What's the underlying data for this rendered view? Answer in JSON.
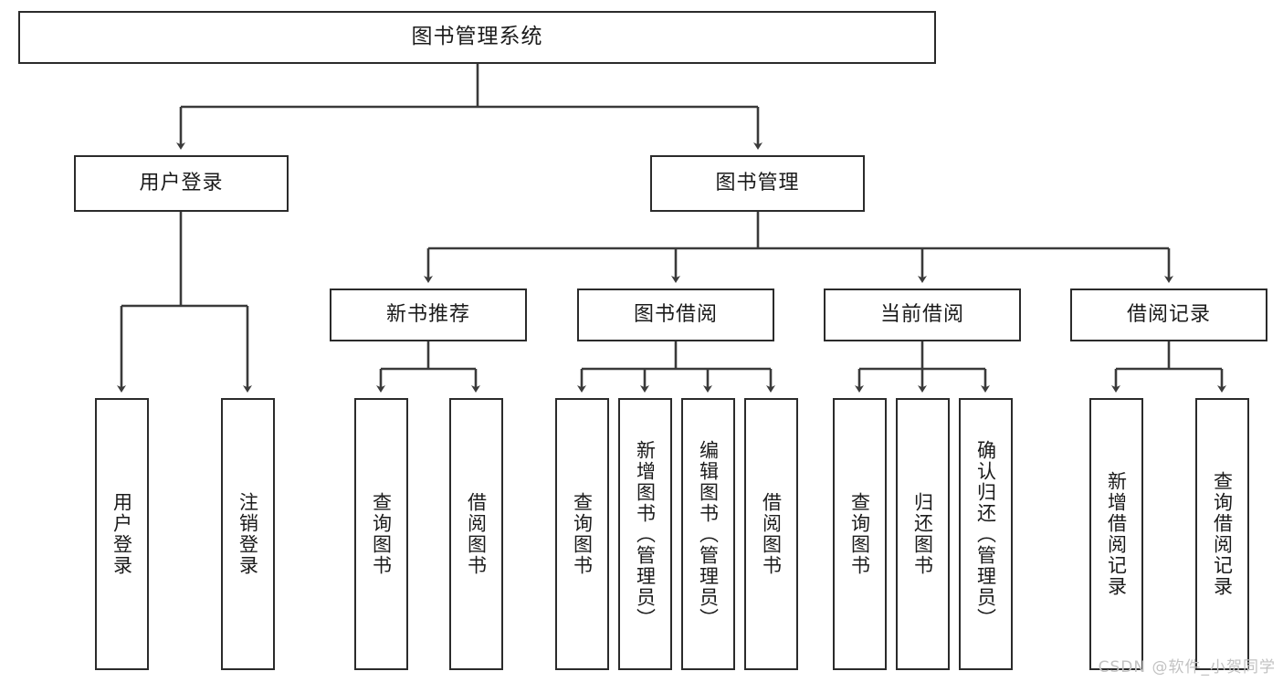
{
  "diagram": {
    "title": "图书管理系统",
    "type": "tree",
    "watermark": "CSDN @软件_小贺同学",
    "colors": {
      "background": "#ffffff",
      "box_border": "#2b2b2b",
      "box_fill": "#ffffff",
      "text": "#1b1b1b",
      "edge": "#3a3a3a",
      "watermark": "#c2c2c2"
    },
    "root": {
      "label": "图书管理系统"
    },
    "level2": [
      {
        "label": "用户登录"
      },
      {
        "label": "图书管理"
      }
    ],
    "level3": [
      {
        "label": "新书推荐"
      },
      {
        "label": "图书借阅"
      },
      {
        "label": "当前借阅"
      },
      {
        "label": "借阅记录"
      }
    ],
    "leaves": {
      "user_login": [
        {
          "label": "用户登录"
        },
        {
          "label": "注销登录"
        }
      ],
      "new_book_recommend": [
        {
          "label": "查询图书"
        },
        {
          "label": "借阅图书"
        }
      ],
      "book_borrow": [
        {
          "label": "查询图书"
        },
        {
          "label": "新增图书（管理员）"
        },
        {
          "label": "编辑图书（管理员）"
        },
        {
          "label": "借阅图书"
        }
      ],
      "current_borrow": [
        {
          "label": "查询图书"
        },
        {
          "label": "归还图书"
        },
        {
          "label": "确认归还（管理员）"
        }
      ],
      "borrow_records": [
        {
          "label": "新增借阅记录"
        },
        {
          "label": "查询借阅记录"
        }
      ]
    }
  }
}
